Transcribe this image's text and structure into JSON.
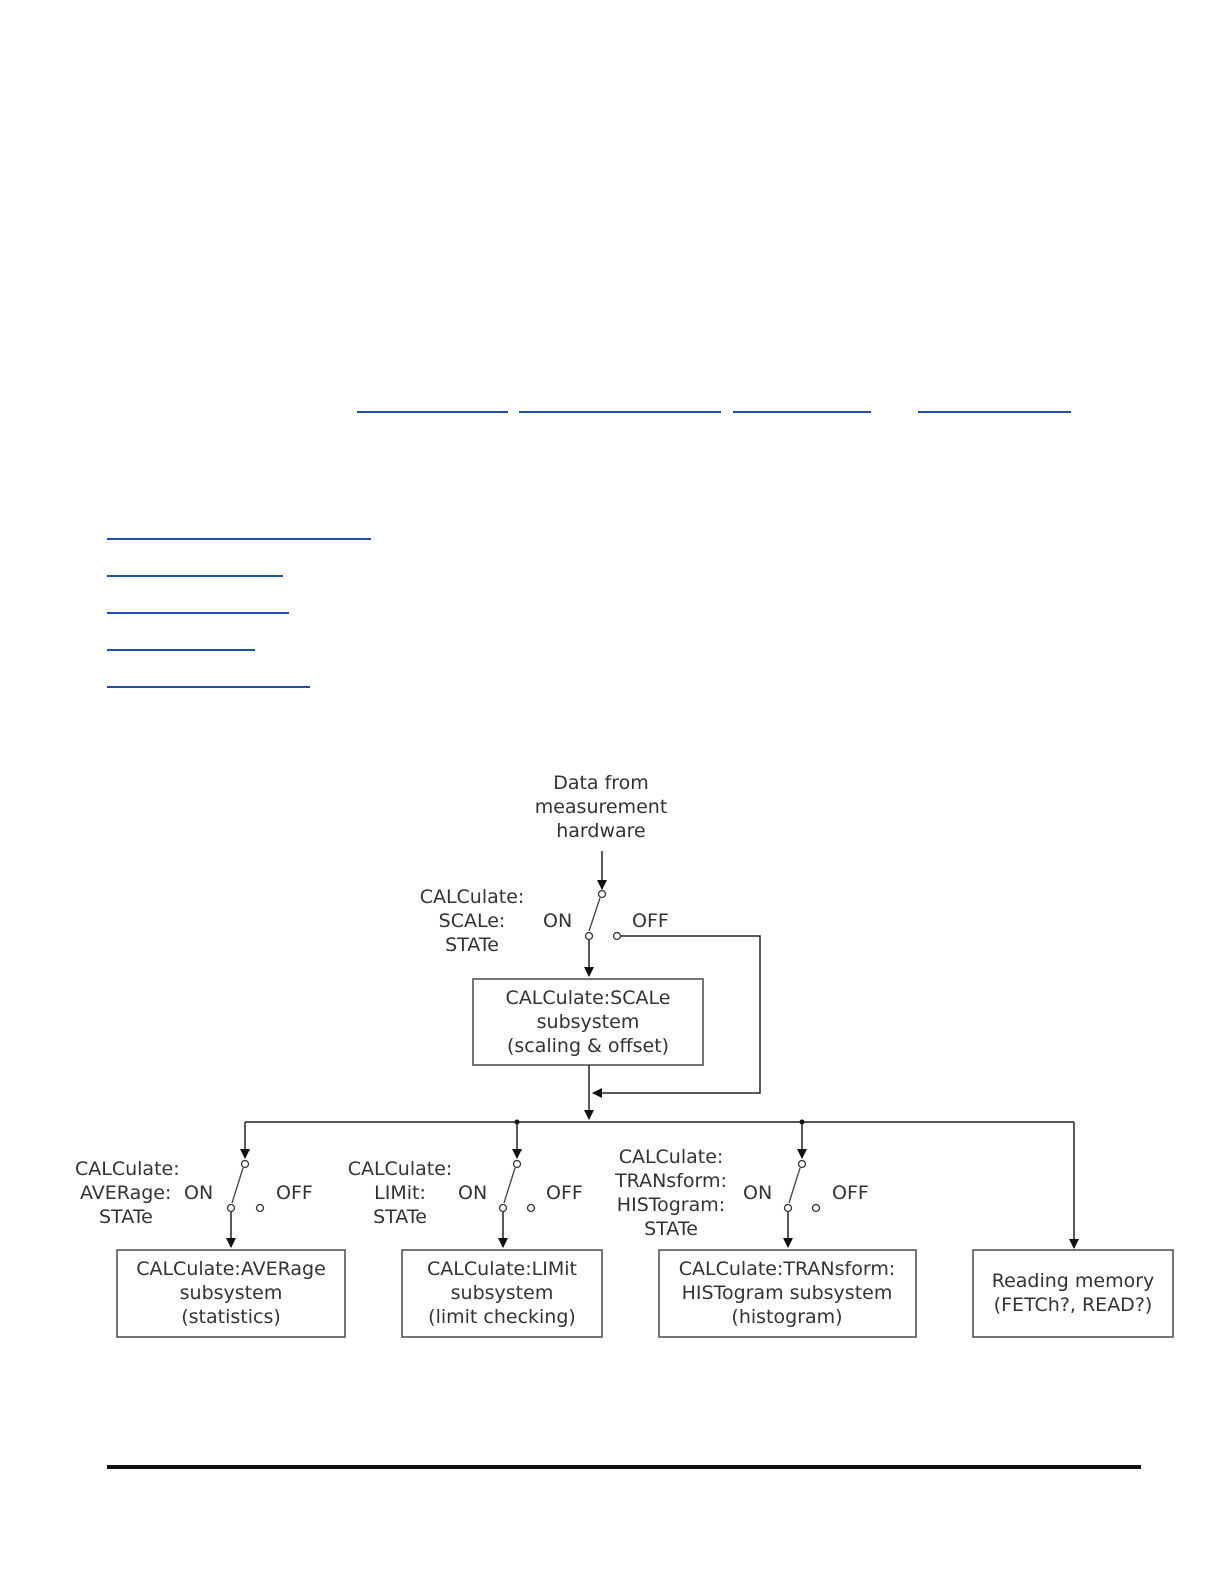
{
  "diagram": {
    "source_label": [
      "Data from",
      "measurement",
      "hardware"
    ],
    "scale_switch": {
      "label": [
        "CALCulate:",
        "SCALe:",
        "STATe"
      ],
      "on": "ON",
      "off": "OFF"
    },
    "scale_box": [
      "CALCulate:SCALe",
      "subsystem",
      "(scaling & offset)"
    ],
    "average_switch": {
      "label": [
        "CALCulate:",
        "AVERage:",
        "STATe"
      ],
      "on": "ON",
      "off": "OFF"
    },
    "average_box": [
      "CALCulate:AVERage",
      "subsystem",
      "(statistics)"
    ],
    "limit_switch": {
      "label": [
        "CALCulate:",
        "LIMit:",
        "STATe"
      ],
      "on": "ON",
      "off": "OFF"
    },
    "limit_box": [
      "CALCulate:LIMit",
      "subsystem",
      "(limit checking)"
    ],
    "histogram_switch": {
      "label": [
        "CALCulate:",
        "TRANsform:",
        "HISTogram:",
        "STATe"
      ],
      "on": "ON",
      "off": "OFF"
    },
    "histogram_box": [
      "CALCulate:TRANsform:",
      "HISTogram subsystem",
      "(histogram)"
    ],
    "memory_box": [
      "Reading memory",
      "(FETCh?, READ?)"
    ]
  }
}
